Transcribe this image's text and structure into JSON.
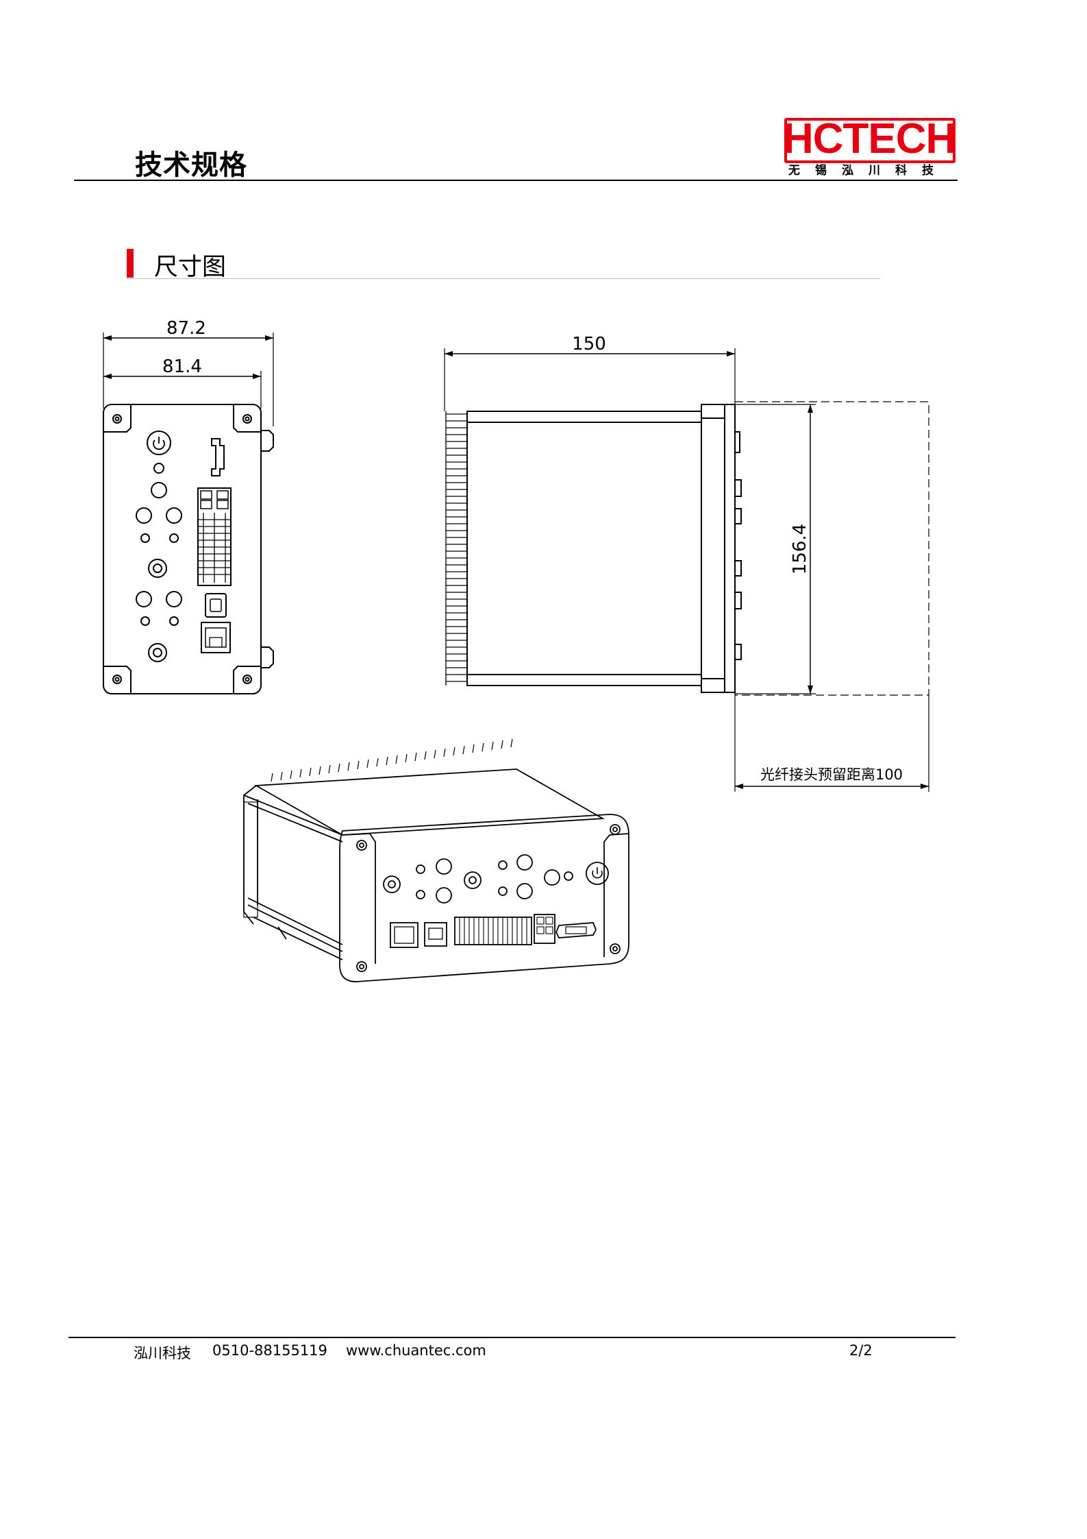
{
  "header": {
    "title": "技术规格",
    "logo_text": "HCTECH",
    "logo_subtitle": "无锡泓川科技"
  },
  "section": {
    "title": "尺寸图"
  },
  "dimensions": {
    "front_width_outer": "87.2",
    "front_width_inner": "81.4",
    "side_length": "150",
    "side_height": "156.4",
    "fiber_clearance": "光纤接头预留距离100"
  },
  "footer": {
    "company": "泓川科技",
    "phone": "0510-88155119",
    "website": "www.chuantec.com",
    "page": "2/2"
  },
  "colors": {
    "brand_red": "#e60012",
    "line": "#000000"
  }
}
